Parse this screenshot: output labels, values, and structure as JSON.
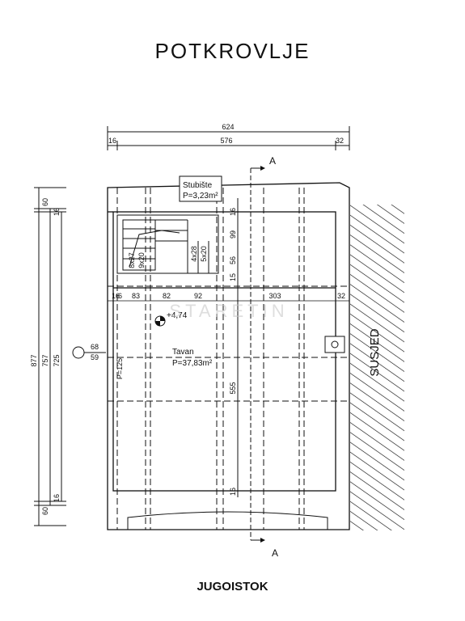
{
  "title": "POTKROVLJE",
  "orientation_label": "JUGOISTOK",
  "neighbor_label": "SUSJED",
  "watermark": "STARETIN",
  "section_marker": "A",
  "rooms": {
    "stairs": {
      "name": "Stubište",
      "area": "P=3,23m²"
    },
    "attic": {
      "name": "Tavan",
      "area": "P=37,83m²"
    }
  },
  "elevation": "+4,74",
  "grid_marker": {
    "top": "68",
    "bottom": "59"
  },
  "top_dimensions": {
    "overall": "624",
    "left": "16",
    "middle": "576",
    "right": "32"
  },
  "left_dimensions": {
    "total": "877",
    "inner": "757",
    "clear": "725",
    "top_60": "60",
    "bottom_60": "60",
    "top_16": "16",
    "bottom_16": "16"
  },
  "interior_dimensions": {
    "row": [
      "16",
      "6",
      "83",
      "82",
      "92",
      "303",
      "32"
    ],
    "stair_steps": [
      "8x27",
      "9x20",
      "4x28",
      "5x20"
    ],
    "vertical": [
      "16",
      "99",
      "56",
      "15",
      "16",
      "555"
    ],
    "left_125": "P=125"
  }
}
